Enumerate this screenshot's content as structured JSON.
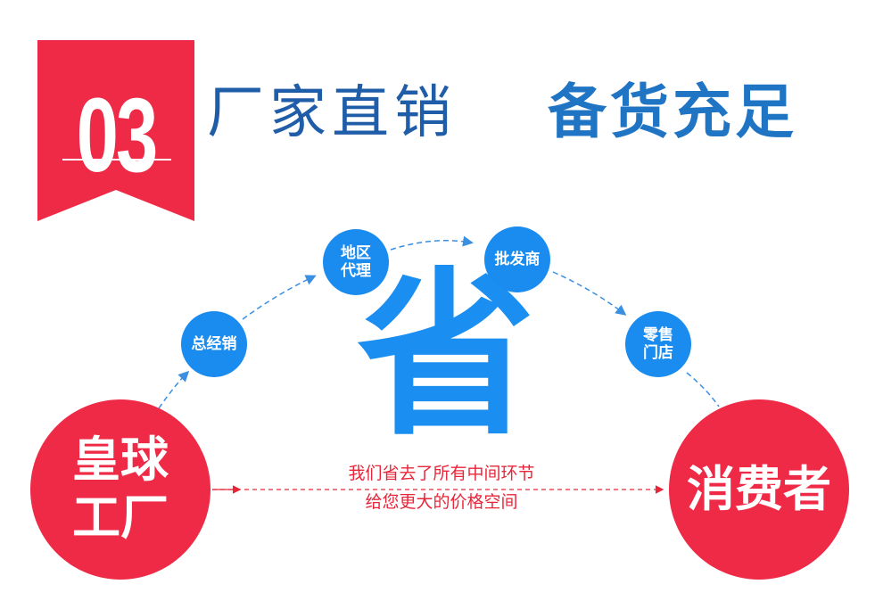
{
  "badge": {
    "number": "03",
    "color": "#ee2a46"
  },
  "title": {
    "light": "厂家直销",
    "bold": "备货充足",
    "light_color": "#1f5da8",
    "bold_color": "#1f74c4"
  },
  "nodes": {
    "factory": "皇球\n工厂",
    "distributor": "总经销",
    "regional_agent": "地区\n代理",
    "wholesaler": "批发商",
    "retail_store": "零售\n门店",
    "consumer": "消费者"
  },
  "center_char": "省",
  "message": {
    "line1": "我们省去了所有中间环节",
    "line2": "给您更大的价格空间"
  },
  "colors": {
    "node_blue": "#1a8cf0",
    "node_red": "#ee2a46",
    "arrow_blue": "#3a8fe0",
    "arrow_red": "#e8263a"
  }
}
